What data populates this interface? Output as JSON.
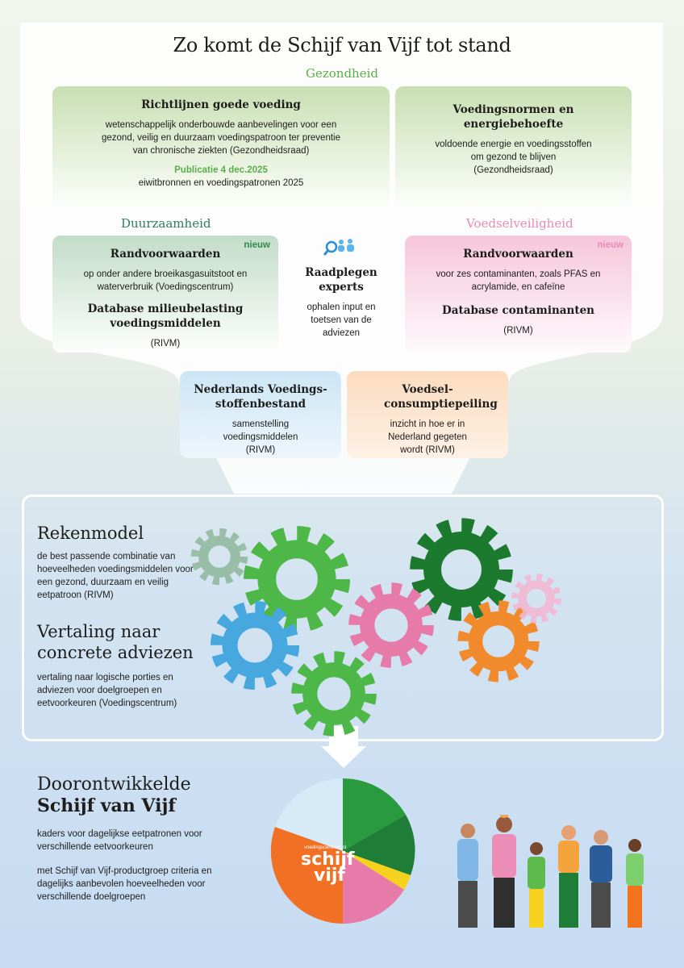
{
  "title": "Zo komt de Schijf van Vijf tot stand",
  "categories": {
    "health": "Gezondheid",
    "sustainability": "Duurzaamheid",
    "safety": "Voedselveiligheid"
  },
  "boxes": {
    "guidelines": {
      "title": "Richtlijnen goede voeding",
      "text": "wetenschappelijk onderbouwde aanbevelingen voor een gezond, veilig en duurzaam voedingspatroon ter preventie van chronische ziekten (Gezondheidsraad)",
      "highlight": "Publicatie 4 dec.2025",
      "extra": "eiwitbronnen en voedingspatronen 2025"
    },
    "norms": {
      "title": "Voedingsnormen en energiebehoefte",
      "text": "voldoende energie en voedingsstoffen om gezond te blijven (Gezondheidsraad)"
    },
    "sustain": {
      "badge": "nieuw",
      "title": "Randvoorwaarden",
      "text": "op onder andere broeikasgasuitstoot en waterverbruik (Voedingscentrum)",
      "title2": "Database milieubelasting voedingsmiddelen",
      "text2": "(RIVM)"
    },
    "experts": {
      "title": "Raadplegen experts",
      "text": "ophalen input en toetsen van de adviezen"
    },
    "safety": {
      "badge": "nieuw",
      "title": "Randvoorwaarden",
      "text": "voor zes contaminanten, zoals PFAS en acrylamide, en cafeïne",
      "title2": "Database contaminanten",
      "text2": "(RIVM)"
    },
    "nevo": {
      "title": "Nederlands Voedings-stoffenbestand",
      "text": "samenstelling voedingsmiddelen (RIVM)"
    },
    "vcp": {
      "title": "Voedsel-consumptiepeiling",
      "text": "inzicht in hoe er in Nederland gegeten wordt (RIVM)"
    }
  },
  "model": {
    "title": "Rekenmodel",
    "text": "de best passende combinatie van hoeveelheden voedingsmiddelen voor een gezond, duurzaam en veilig eetpatroon (RIVM)",
    "title2": "Vertaling naar concrete adviezen",
    "text2": "vertaling naar logische porties en adviezen voor doelgroepen en eetvoorkeuren (Voedingscentrum)"
  },
  "result": {
    "title_line1": "Doorontwikkelde",
    "title_line2": "Schijf van Vijf",
    "text1": "kaders voor dagelijkse eetpatronen voor verschillende eetvoorkeuren",
    "text2": "met Schijf van Vijf-productgroep criteria en dagelijks aanbevolen hoeveelheden voor verschillende doelgroepen",
    "logo_small": "voedingscentrum.nl",
    "logo_big1": "schijf",
    "logo_big2": "vijf"
  },
  "colors": {
    "green": "#5aae4a",
    "darkgreen": "#2e7d5b",
    "pink": "#e98bb6",
    "orange": "#f08a2c",
    "blue": "#47a8e0"
  }
}
